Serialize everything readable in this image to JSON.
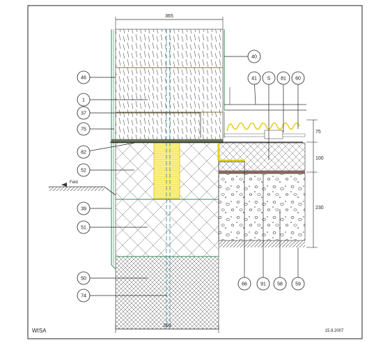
{
  "drawing": {
    "top_dimension": "365",
    "bottom_dimension": "350",
    "footer_left": "WISA",
    "footer_date": "15.9.2007",
    "ground_label": "Feld",
    "right_dimensions": [
      "75",
      "100",
      "230"
    ],
    "callouts_left": [
      "46",
      "1",
      "37",
      "75",
      "82",
      "52",
      "39",
      "51",
      "50",
      "74"
    ],
    "callouts_top": [
      "40",
      "41",
      "S",
      "81",
      "60"
    ],
    "callouts_bottom": [
      "66",
      "91",
      "58",
      "59"
    ]
  },
  "colors": {
    "line": "#1a1a1a",
    "green_line": "#2e8b57",
    "insulation_yellow": "#e3cf1e",
    "floor_brown": "#8b6a5a",
    "hatch": "#444444"
  }
}
